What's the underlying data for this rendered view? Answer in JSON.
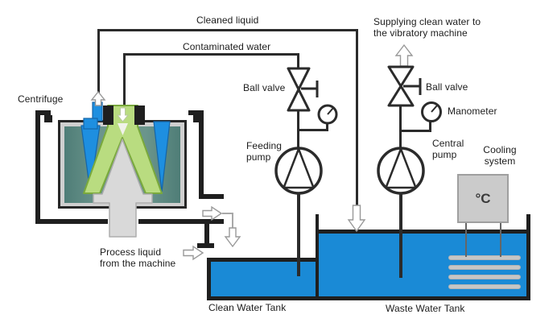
{
  "diagram": {
    "subject": "Centrifuge water purification process flow",
    "labels": {
      "cleaned_liquid": "Cleaned liquid",
      "contaminated_water": "Contaminated water",
      "supplying": "Supplying clean water to\nthe vibratory machine",
      "ball_valve_left": "Ball valve",
      "ball_valve_right": "Ball valve",
      "manometer": "Manometer",
      "feeding_pump": "Feeding\npump",
      "central_pump": "Central\npump",
      "cooling_system": "Cooling\nsystem",
      "centrifuge": "Centrifuge",
      "process_liquid": "Process liquid\nfrom the machine",
      "clean_water_tank": "Clean Water Tank",
      "waste_water_tank": "Waste Water Tank",
      "temperature_unit": "°C"
    },
    "colors": {
      "background": "#ffffff",
      "pipe_black": "#2b2b2b",
      "water_blue": "#1a8ad6",
      "centrifuge_teal": "#5d8a85",
      "cone_blue": "#1e8fe0",
      "funnel_green": "#b9dc80",
      "funnel_green_edge": "#7aa93c",
      "outlet_gray": "#d9d9d9",
      "cooling_gray": "#cbcbcb"
    }
  }
}
